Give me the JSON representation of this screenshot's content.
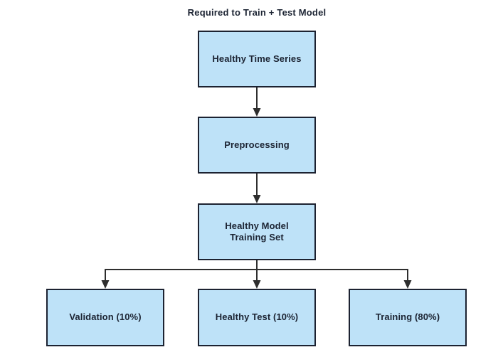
{
  "title": "Required to Train + Test Model",
  "colors": {
    "box_fill": "#BEE2F8",
    "box_border": "#1C2231",
    "arrow": "#2E2E2E",
    "text": "#1C2433"
  },
  "nodes": {
    "healthy_time_series": "Healthy Time Series",
    "preprocessing": "Preprocessing",
    "healthy_model_training_set": "Healthy Model\nTraining Set",
    "validation": "Validation (10%)",
    "healthy_test": "Healthy Test (10%)",
    "training": "Training (80%)"
  }
}
